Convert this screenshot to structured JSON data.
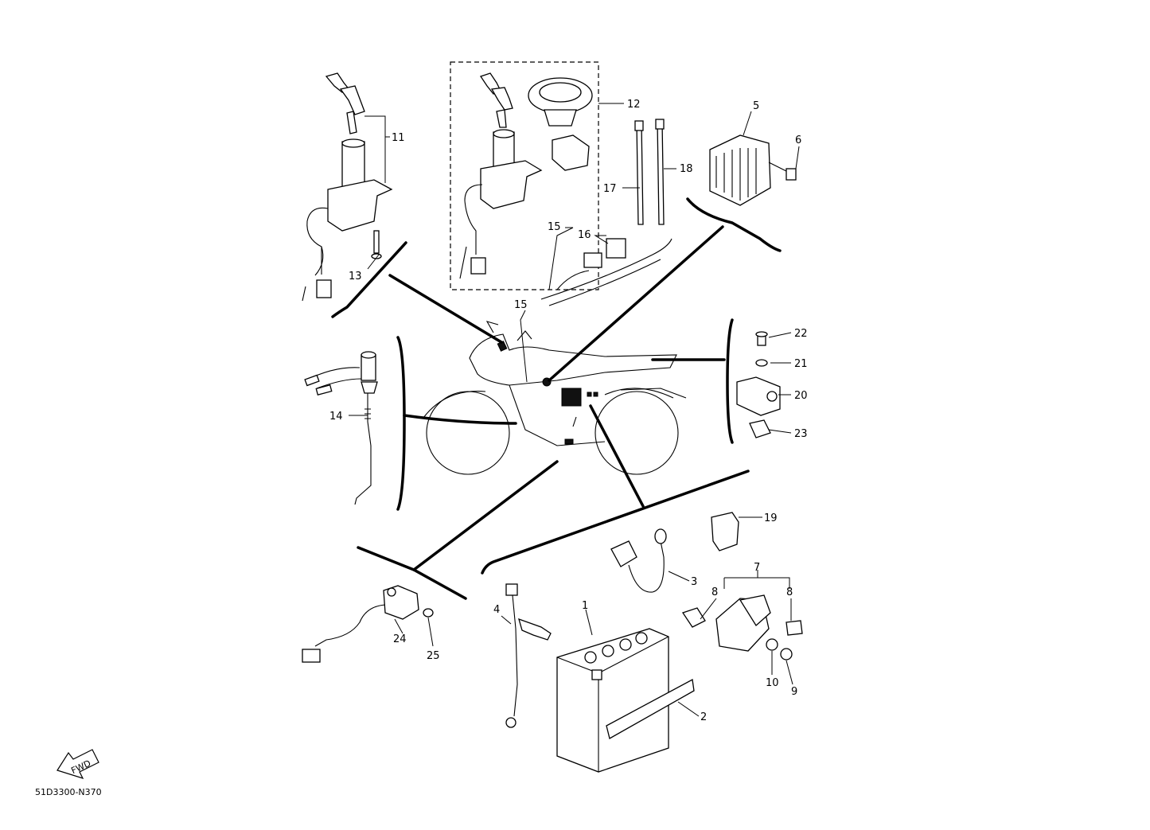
{
  "diagram_code": "51D3300-N370",
  "fwd_label": "FWD",
  "callouts": [
    {
      "id": "c1",
      "text": "1"
    },
    {
      "id": "c2",
      "text": "2"
    },
    {
      "id": "c3",
      "text": "3"
    },
    {
      "id": "c4",
      "text": "4"
    },
    {
      "id": "c5",
      "text": "5"
    },
    {
      "id": "c6",
      "text": "6"
    },
    {
      "id": "c7",
      "text": "7"
    },
    {
      "id": "c8a",
      "text": "8"
    },
    {
      "id": "c8b",
      "text": "8"
    },
    {
      "id": "c9",
      "text": "9"
    },
    {
      "id": "c10",
      "text": "10"
    },
    {
      "id": "c11",
      "text": "11"
    },
    {
      "id": "c12",
      "text": "12"
    },
    {
      "id": "c13",
      "text": "13"
    },
    {
      "id": "c14",
      "text": "14"
    },
    {
      "id": "c15a",
      "text": "15"
    },
    {
      "id": "c15b",
      "text": "15"
    },
    {
      "id": "c16",
      "text": "16"
    },
    {
      "id": "c17",
      "text": "17"
    },
    {
      "id": "c18",
      "text": "18"
    },
    {
      "id": "c19",
      "text": "19"
    },
    {
      "id": "c20",
      "text": "20"
    },
    {
      "id": "c21",
      "text": "21"
    },
    {
      "id": "c22",
      "text": "22"
    },
    {
      "id": "c23",
      "text": "23"
    },
    {
      "id": "c24",
      "text": "24"
    },
    {
      "id": "c25",
      "text": "25"
    }
  ]
}
